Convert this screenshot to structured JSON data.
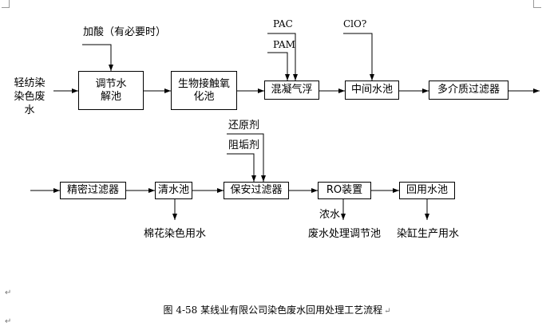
{
  "row1": {
    "source": "轻纺染染色废水",
    "boxes": [
      "调节水解池",
      "生物接触氧化池",
      "混凝气浮",
      "中间水池",
      "多介质过滤器"
    ],
    "acid_label": "加酸（有必要时）",
    "pac": "PAC",
    "pam": "PAM",
    "clo": "ClO?"
  },
  "row2": {
    "boxes": [
      "精密过滤器",
      "清水池",
      "保安过滤器",
      "RO装置",
      "回用水池"
    ],
    "reductant": "还原剂",
    "scale_inhibitor": "阻垢剂",
    "cotton_use": "棉花染色用水",
    "concentrate": "浓水",
    "wastewater_tank": "废水处理调节池",
    "dye_vat_water": "染缸生产用水"
  },
  "caption": "图 4-58  某线业有限公司染色废水回用处理工艺流程",
  "para_marks": [
    "↵",
    "↵",
    "↵"
  ]
}
